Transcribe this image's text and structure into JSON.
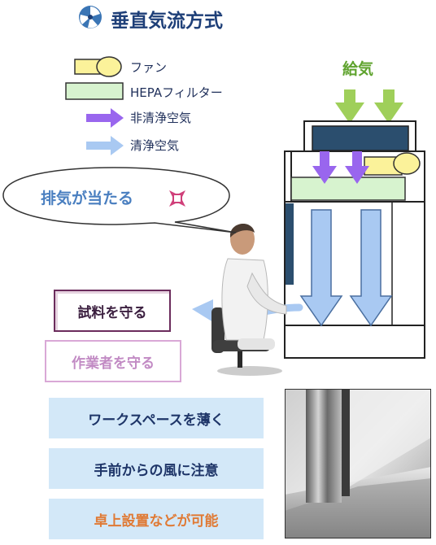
{
  "title": "垂直気流方式",
  "legend": {
    "fan": "ファン",
    "hepa": "HEPAフィルター",
    "unclean": "非清浄空気",
    "clean": "清浄空気"
  },
  "supply_label": "給気",
  "exhaust_callout": "排気が当たる",
  "protect_sample": "試料を守る",
  "protect_worker": "作業者を守る",
  "points": [
    "ワークスペースを薄く",
    "手前からの風に注意",
    "卓上設置などが可能"
  ],
  "colors": {
    "title": "#1e3f78",
    "green_arrow": "#9fcf5a",
    "purple_arrow": "#9966ee",
    "blue_arrow": "#a9c9f2",
    "fan_fill": "#fbf29a",
    "hepa_fill": "#d7f3cf",
    "panel_fill": "#d3e8f8",
    "accent_orange": "#e07a35"
  }
}
